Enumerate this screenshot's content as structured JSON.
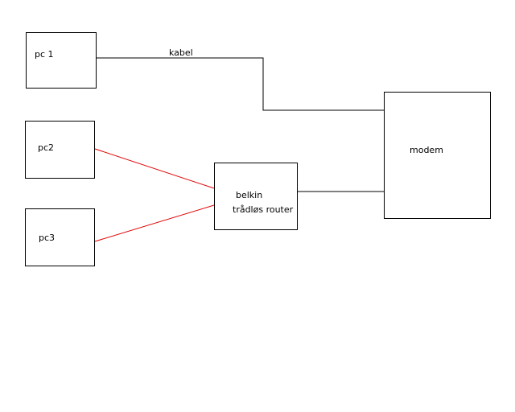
{
  "nodes": {
    "pc1": {
      "label": "pc 1"
    },
    "pc2": {
      "label": "pc2"
    },
    "pc3": {
      "label": "pc3"
    },
    "router": {
      "line1": "belkin",
      "line2": "trådløs router"
    },
    "modem": {
      "label": "modem"
    }
  },
  "edges": {
    "cable_label": "kabel",
    "wireless_color": "#e00000",
    "wired_color": "#000000"
  }
}
